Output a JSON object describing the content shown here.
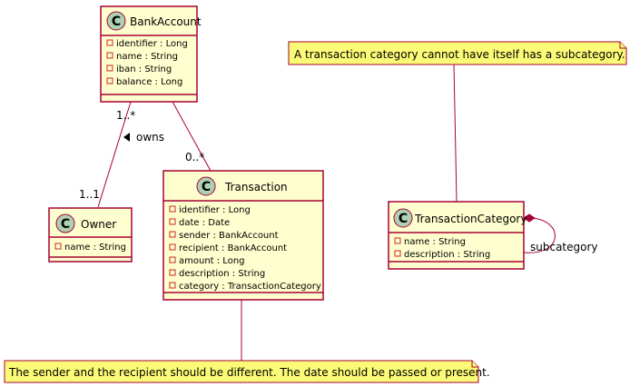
{
  "classes": {
    "bankaccount": {
      "stereotype": "C",
      "name": "BankAccount",
      "attributes": [
        "identifier : Long",
        "name : String",
        "iban : String",
        "balance : Long"
      ]
    },
    "owner": {
      "stereotype": "C",
      "name": "Owner",
      "attributes": [
        "name : String"
      ]
    },
    "transaction": {
      "stereotype": "C",
      "name": "Transaction",
      "attributes": [
        "identifier : Long",
        "date : Date",
        "sender : BankAccount",
        "recipient : BankAccount",
        "amount : Long",
        "description : String",
        "category : TransactionCategory"
      ]
    },
    "transactioncategory": {
      "stereotype": "C",
      "name": "TransactionCategory",
      "attributes": [
        "name : String",
        "description : String"
      ]
    }
  },
  "relations": {
    "owns": {
      "label": "owns",
      "mult_bankaccount": "1..*",
      "mult_owner": "1..1"
    },
    "bank_transaction": {
      "mult_transaction": "0..*"
    },
    "subcategory": {
      "label": "subcategory"
    }
  },
  "notes": {
    "category_note": "A transaction category cannot have itself has a subcategory.",
    "transaction_note": "The sender and the recipient should be different. The date should be passed or present."
  },
  "colors": {
    "class_fill": "#FEFECE",
    "border": "#A80036",
    "note_fill": "#FBFB77",
    "circle_fill": "#ADD1B2",
    "visibility_marker": "#C82930"
  }
}
